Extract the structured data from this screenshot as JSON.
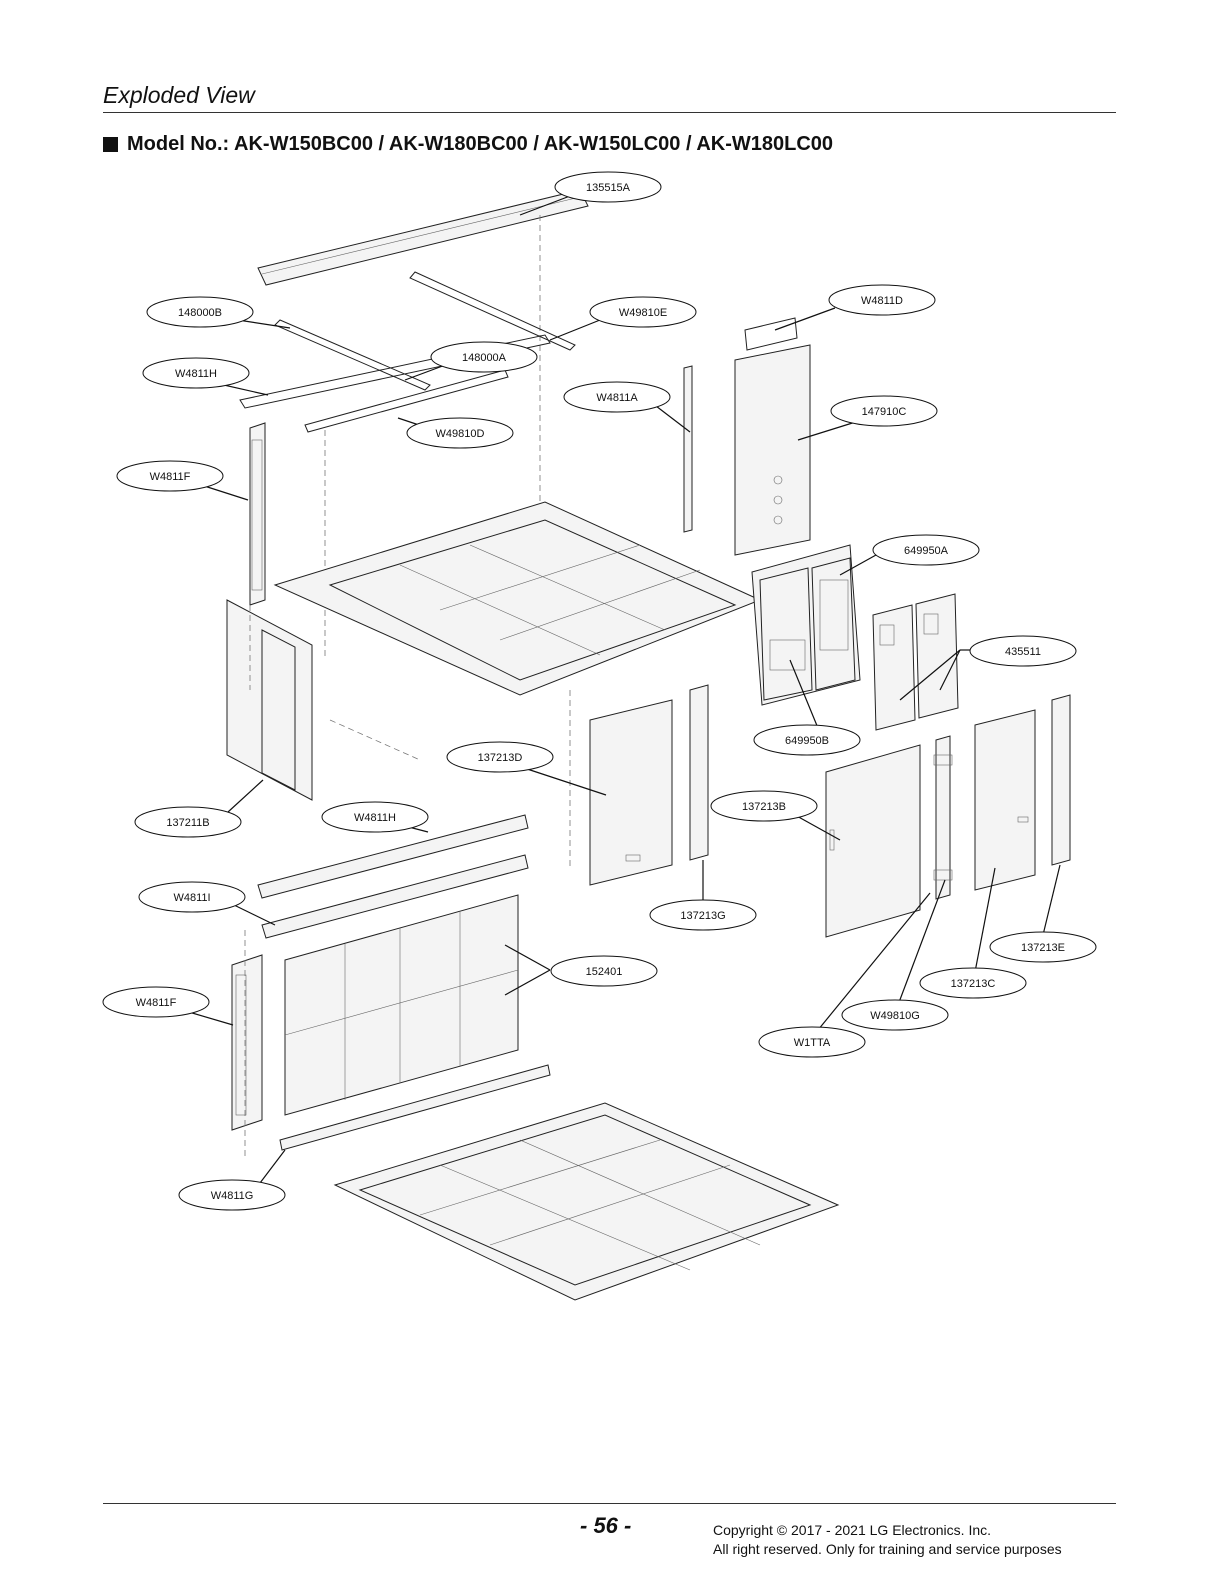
{
  "header": {
    "section_title": "Exploded View",
    "model_line": "Model No.: AK-W150BC00 / AK-W180BC00 / AK-W150LC00 / AK-W180LC00"
  },
  "callouts": [
    "135515A",
    "148000B",
    "W49810E",
    "W4811D",
    "W4811H",
    "148000A",
    "W4811A",
    "147910C",
    "W49810D",
    "W4811F",
    "649950A",
    "435511",
    "649950B",
    "137213D",
    "137211B",
    "W4811H",
    "137213B",
    "W4811I",
    "137213G",
    "137213E",
    "152401",
    "137213C",
    "W4811F",
    "W49810G",
    "W1TTA",
    "W4811G"
  ],
  "footer": {
    "page_number": "- 56 -",
    "copyright_line1": "Copyright © 2017 - 2021 LG Electronics. Inc.",
    "copyright_line2": "All right reserved. Only for training and service purposes"
  }
}
